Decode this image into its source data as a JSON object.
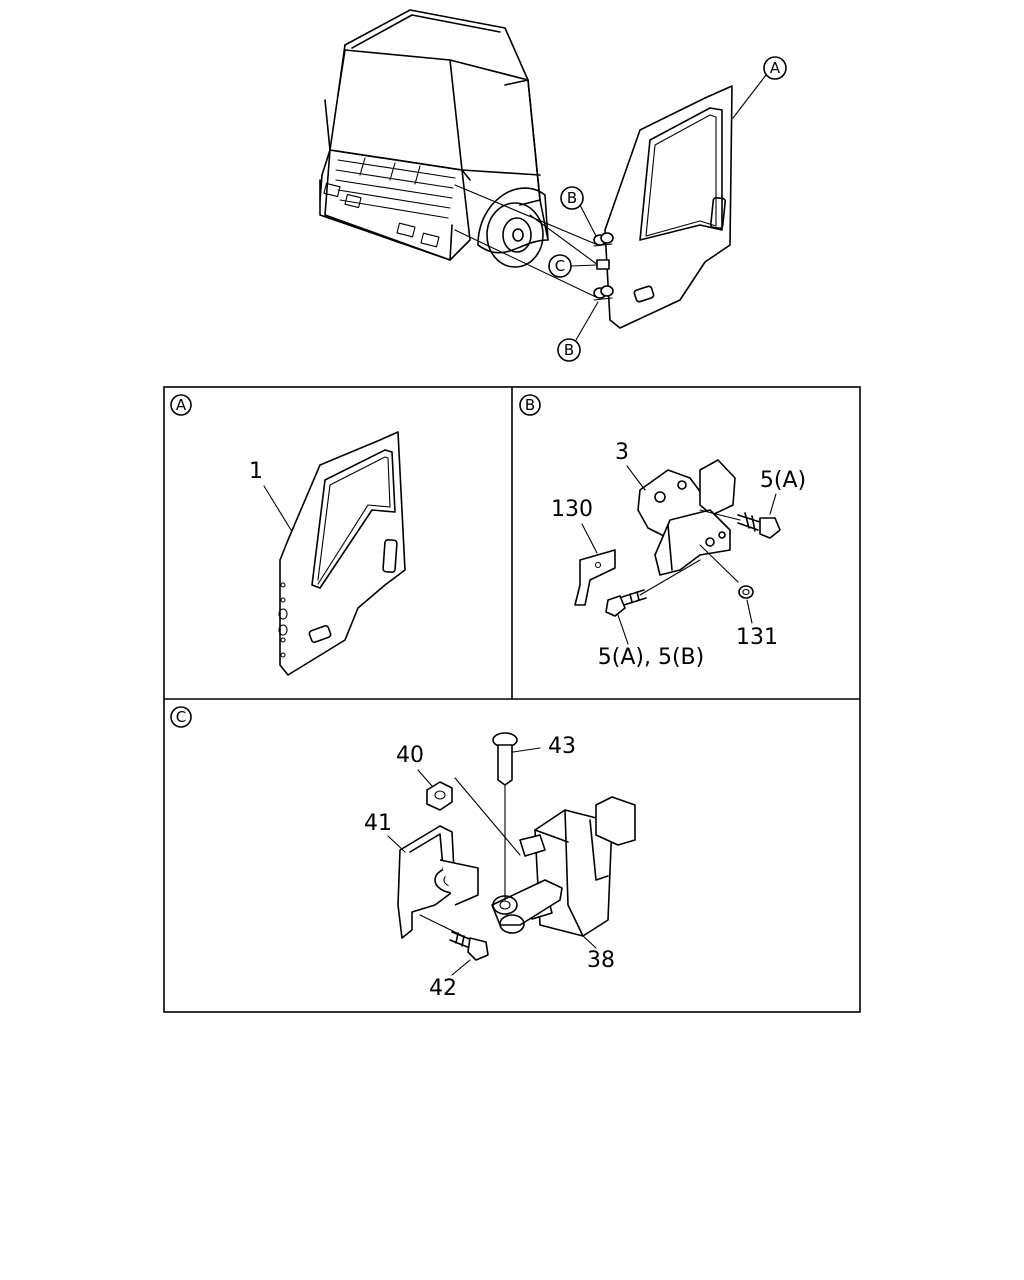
{
  "overview": {
    "callout_a": "A",
    "callout_b_top": "B",
    "callout_c": "C",
    "callout_b_bottom": "B"
  },
  "panel_a": {
    "tag": "A",
    "part_1": "1"
  },
  "panel_b": {
    "tag": "B",
    "part_3": "3",
    "part_5a": "5(A)",
    "part_130": "130",
    "part_131": "131",
    "part_5a5b": "5(A), 5(B)"
  },
  "panel_c": {
    "tag": "C",
    "part_40": "40",
    "part_43": "43",
    "part_41": "41",
    "part_38": "38",
    "part_42": "42"
  }
}
